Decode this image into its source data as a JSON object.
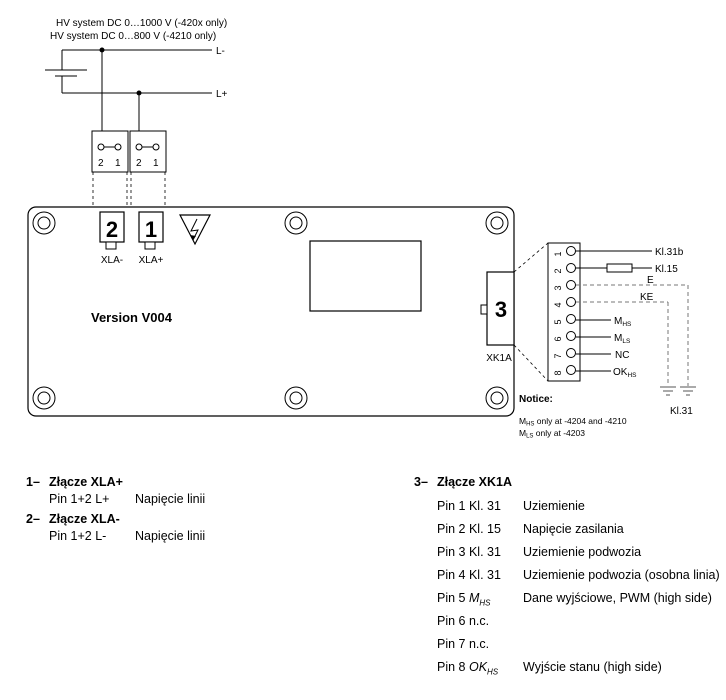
{
  "diagram": {
    "hv_line1": "HV system DC 0…1000 V (-420x only)",
    "hv_line2": "HV system DC 0…800 V (-4210 only)",
    "rail_minus": "L-",
    "rail_plus": "L+",
    "term_left_pins": [
      "2",
      "1"
    ],
    "term_right_pins": [
      "2",
      "1"
    ],
    "conn_xla_minus_num": "2",
    "conn_xla_plus_num": "1",
    "conn_xla_minus_label": "XLA-",
    "conn_xla_plus_label": "XLA+",
    "version": "Version V004",
    "conn_xk1a_num": "3",
    "conn_xk1a_label": "XK1A",
    "xk1a_pins": [
      {
        "num": "1",
        "label": "Kl.31b"
      },
      {
        "num": "2",
        "label": "Kl.15"
      },
      {
        "num": "3",
        "label": "E"
      },
      {
        "num": "4",
        "label": "KE"
      },
      {
        "num": "5",
        "label": "M",
        "sub": "HS"
      },
      {
        "num": "6",
        "label": "M",
        "sub": "LS"
      },
      {
        "num": "7",
        "label": "NC"
      },
      {
        "num": "8",
        "label": "OK",
        "sub": "HS"
      }
    ],
    "ground_label": "Kl.31",
    "notice_title": "Notice:",
    "notice_line1": {
      "main": "M",
      "sub": "HS",
      "rest": " only at -4204 and -4210"
    },
    "notice_line2": {
      "main": "M",
      "sub": "LS",
      "rest": " only at -4203"
    }
  },
  "legend_left": {
    "items": [
      {
        "index": "1–",
        "title": "Złącze XLA+",
        "rows": [
          {
            "pin": "Pin 1+2  L+",
            "desc": "Napięcie linii"
          }
        ]
      },
      {
        "index": "2–",
        "title": "Złącze XLA-",
        "rows": [
          {
            "pin": "Pin 1+2  L-",
            "desc": "Napięcie linii"
          }
        ]
      }
    ]
  },
  "legend_right": {
    "index": "3–",
    "title": "Złącze XK1A",
    "rows": [
      {
        "pin": "Pin 1 Kl. 31",
        "desc": "Uziemienie"
      },
      {
        "pin": "Pin 2 Kl. 15",
        "desc": "Napięcie zasilania"
      },
      {
        "pin": "Pin 3 Kl. 31",
        "desc": "Uziemienie podwozia"
      },
      {
        "pin": "Pin 4 Kl. 31",
        "desc": "Uziemienie podwozia (osobna linia)"
      },
      {
        "pin": "Pin 5 ",
        "pin_italic": "M",
        "pin_sub": "HS",
        "desc": "Dane wyjściowe, PWM (high side)"
      },
      {
        "pin": "Pin 6 n.c.",
        "desc": ""
      },
      {
        "pin": "Pin 7 n.c.",
        "desc": ""
      },
      {
        "pin": "Pin 8 ",
        "pin_italic": "OK",
        "pin_sub": "HS",
        "desc": "Wyjście stanu (high side)"
      }
    ]
  }
}
